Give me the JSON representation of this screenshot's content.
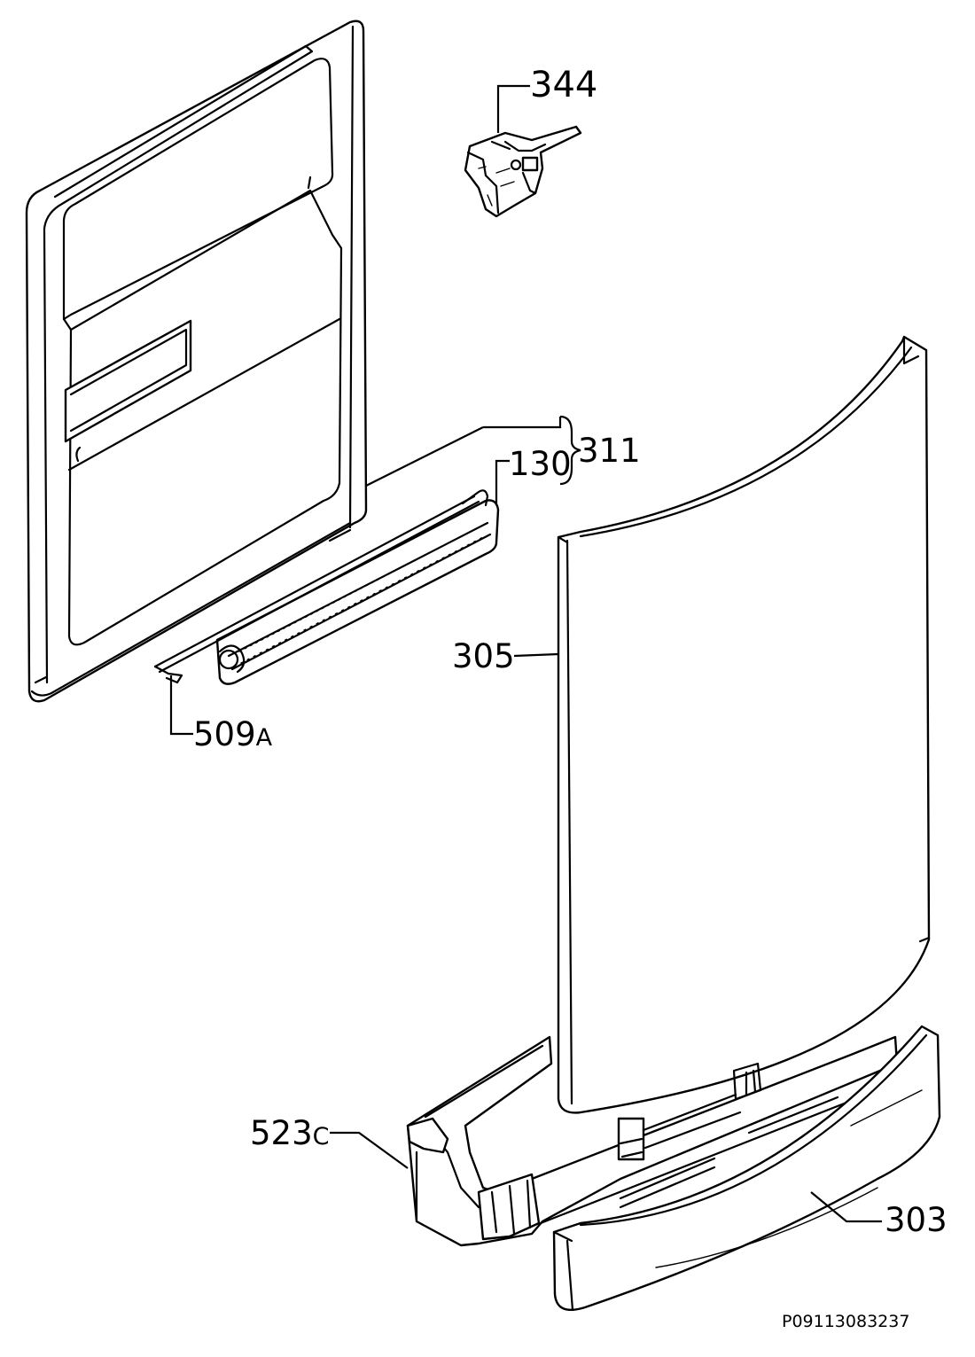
{
  "diagram": {
    "labels": {
      "part_344": "344",
      "part_311": "311",
      "part_130": "130",
      "part_305": "305",
      "part_509": "509",
      "part_509_suffix": "A",
      "part_523": "523",
      "part_523_suffix": "C",
      "part_303": "303"
    },
    "document_code": "P09113083237"
  }
}
